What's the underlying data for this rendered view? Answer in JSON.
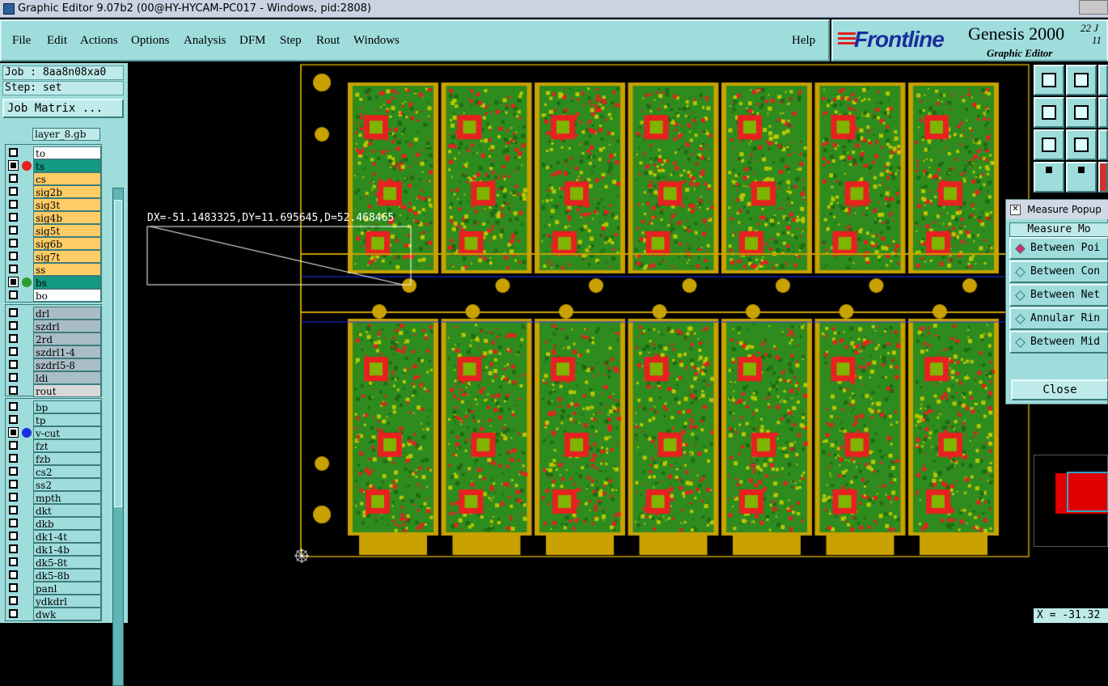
{
  "window": {
    "title": "Graphic Editor 9.07b2 (00@HY-HYCAM-PC017 - Windows, pid:2808)"
  },
  "menu": {
    "items": [
      "File",
      "Edit",
      "Actions",
      "Options",
      "Analysis",
      "DFM",
      "Step",
      "Rout",
      "Windows"
    ],
    "help": "Help"
  },
  "brand": {
    "logo": "Frontline",
    "product": "Genesis 2000",
    "subtitle": "Graphic Editor",
    "num1": "22 J",
    "num2": "11"
  },
  "job": {
    "job_label": "Job : 8aa8n08xa0",
    "step_label": "Step: set",
    "matrix_button": "Job Matrix ..."
  },
  "layers": {
    "selected": "layer_8.gb",
    "group1": [
      {
        "name": "to",
        "color": "#ffffff",
        "checked": false,
        "dot": ""
      },
      {
        "name": "ts",
        "color": "#129a82",
        "checked": true,
        "dot": "#e82020"
      },
      {
        "name": "cs",
        "color": "#ffcc66",
        "checked": false,
        "dot": ""
      },
      {
        "name": "sig2b",
        "color": "#ffcc66",
        "checked": false,
        "dot": ""
      },
      {
        "name": "sig3t",
        "color": "#ffcc66",
        "checked": false,
        "dot": ""
      },
      {
        "name": "sig4b",
        "color": "#ffcc66",
        "checked": false,
        "dot": ""
      },
      {
        "name": "sig5t",
        "color": "#ffcc66",
        "checked": false,
        "dot": ""
      },
      {
        "name": "sig6b",
        "color": "#ffcc66",
        "checked": false,
        "dot": ""
      },
      {
        "name": "sig7t",
        "color": "#ffcc66",
        "checked": false,
        "dot": ""
      },
      {
        "name": "ss",
        "color": "#ffcc66",
        "checked": false,
        "dot": ""
      },
      {
        "name": "bs",
        "color": "#129a82",
        "checked": true,
        "dot": "#2c9c2c"
      },
      {
        "name": "bo",
        "color": "#ffffff",
        "checked": false,
        "dot": ""
      }
    ],
    "group2": [
      {
        "name": "drl",
        "color": "#a9bdc6",
        "checked": false,
        "dot": ""
      },
      {
        "name": "szdrl",
        "color": "#a9bdc6",
        "checked": false,
        "dot": ""
      },
      {
        "name": "2rd",
        "color": "#a9bdc6",
        "checked": false,
        "dot": ""
      },
      {
        "name": "szdrl1-4",
        "color": "#a9bdc6",
        "checked": false,
        "dot": ""
      },
      {
        "name": "szdrl5-8",
        "color": "#a9bdc6",
        "checked": false,
        "dot": ""
      },
      {
        "name": "ldi",
        "color": "#a9bdc6",
        "checked": false,
        "dot": ""
      },
      {
        "name": "rout",
        "color": "#d9d9d9",
        "checked": false,
        "dot": ""
      }
    ],
    "group3": [
      {
        "name": "bp",
        "color": "#9fdcdc",
        "checked": false,
        "dot": ""
      },
      {
        "name": "tp",
        "color": "#9fdcdc",
        "checked": false,
        "dot": ""
      },
      {
        "name": "v-cut",
        "color": "#9fdcdc",
        "checked": true,
        "dot": "#1a2ee0"
      },
      {
        "name": "fzt",
        "color": "#9fdcdc",
        "checked": false,
        "dot": ""
      },
      {
        "name": "fzb",
        "color": "#9fdcdc",
        "checked": false,
        "dot": ""
      },
      {
        "name": "cs2",
        "color": "#9fdcdc",
        "checked": false,
        "dot": ""
      },
      {
        "name": "ss2",
        "color": "#9fdcdc",
        "checked": false,
        "dot": ""
      },
      {
        "name": "mpth",
        "color": "#9fdcdc",
        "checked": false,
        "dot": ""
      },
      {
        "name": "dkt",
        "color": "#9fdcdc",
        "checked": false,
        "dot": ""
      },
      {
        "name": "dkb",
        "color": "#9fdcdc",
        "checked": false,
        "dot": ""
      },
      {
        "name": "dk1-4t",
        "color": "#9fdcdc",
        "checked": false,
        "dot": ""
      },
      {
        "name": "dk1-4b",
        "color": "#9fdcdc",
        "checked": false,
        "dot": ""
      },
      {
        "name": "dk5-8t",
        "color": "#9fdcdc",
        "checked": false,
        "dot": ""
      },
      {
        "name": "dk5-8b",
        "color": "#9fdcdc",
        "checked": false,
        "dot": ""
      },
      {
        "name": "panl",
        "color": "#9fdcdc",
        "checked": false,
        "dot": ""
      },
      {
        "name": "ydkdrl",
        "color": "#9fdcdc",
        "checked": false,
        "dot": ""
      },
      {
        "name": "dwk",
        "color": "#9fdcdc",
        "checked": false,
        "dot": ""
      }
    ]
  },
  "measure_readout": "DX=-51.1483325,DY=11.695645,D=52.468465",
  "measure_popup": {
    "title": "Measure Popup",
    "mode": "Measure Mo",
    "options": [
      "Between Poi",
      "Between Con",
      "Between Net",
      "Annular Rin",
      "Between Mid"
    ],
    "selected": 0,
    "close": "Close"
  },
  "coord": "X = -31.32",
  "colors": {
    "panel": "#9fdcdc",
    "copper": "#c9a100",
    "board": "#2e8b1e",
    "pad": "#e82020"
  }
}
